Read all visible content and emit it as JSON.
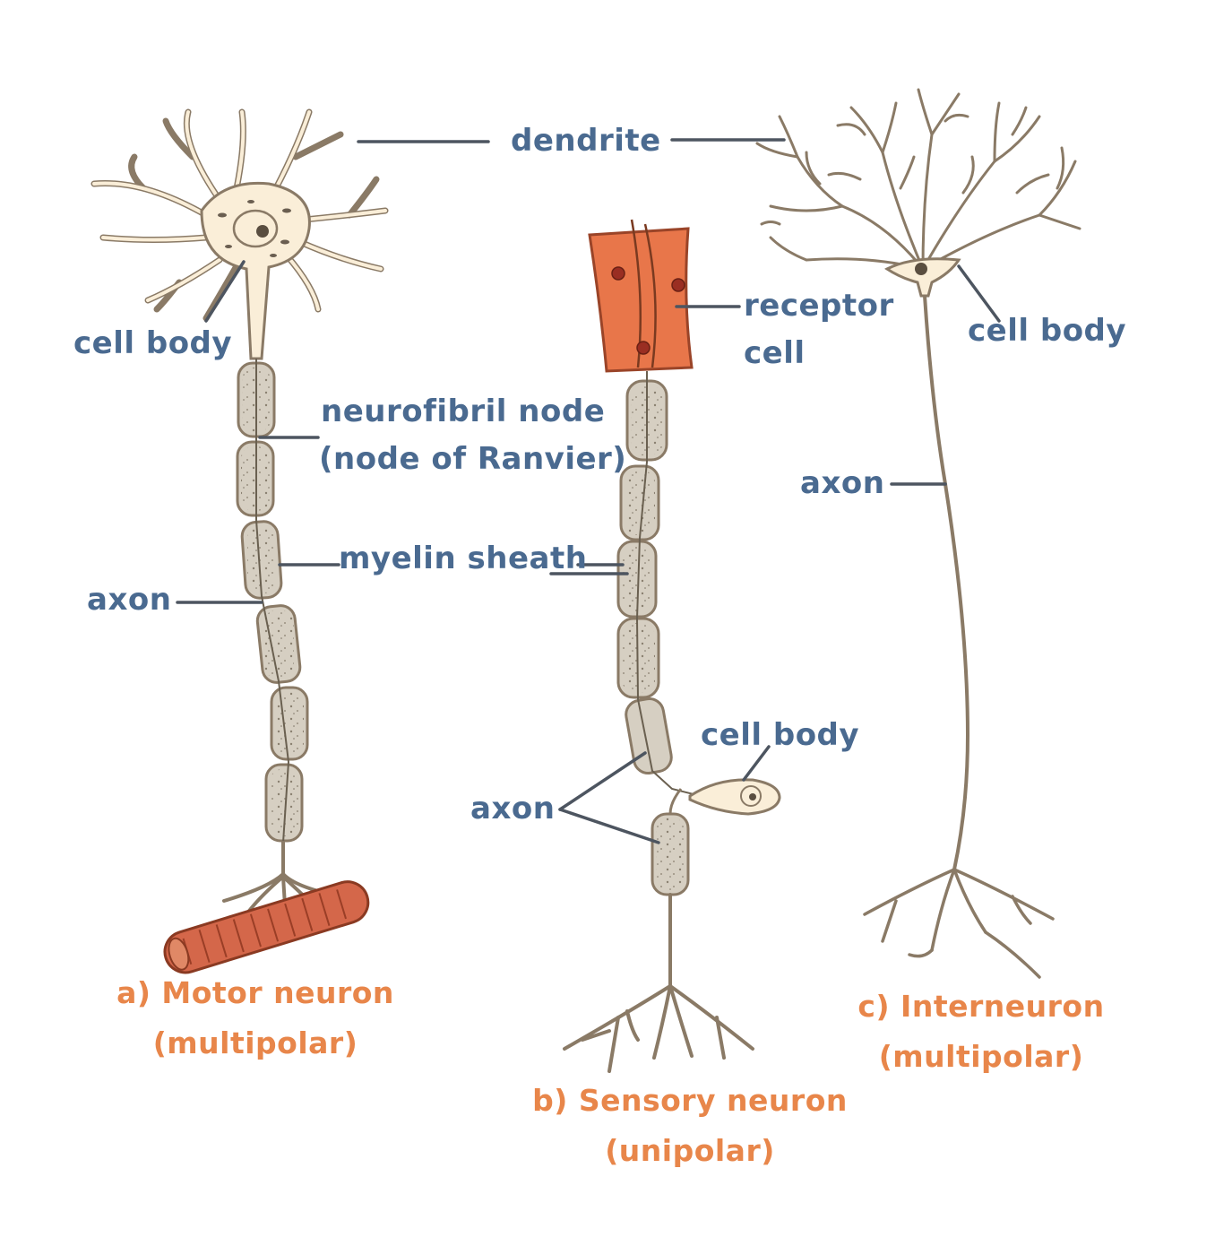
{
  "colors": {
    "label": "#4a6a90",
    "caption": "#e8864a",
    "cell_fill": "#faeed8",
    "outline": "#8a7a66",
    "sheath_fill": "#d6cfc2",
    "receptor_fill": "#e8764a",
    "muscle_fill": "#d4674a",
    "leader": "#4d5560"
  },
  "labels": {
    "dendrite": "dendrite",
    "motor_cell_body": "cell body",
    "node_line1": "neurofibril node",
    "node_line2": "(node of Ranvier)",
    "myelin_sheath": "myelin sheath",
    "motor_axon": "axon",
    "receptor_line1": "receptor",
    "receptor_line2": "cell",
    "sensory_cell_body": "cell body",
    "sensory_axon": "axon",
    "inter_cell_body": "cell body",
    "inter_axon": "axon"
  },
  "captions": {
    "motor_line1": "a) Motor neuron",
    "motor_line2": "(multipolar)",
    "sensory_line1": "b) Sensory neuron",
    "sensory_line2": "(unipolar)",
    "inter_line1": "c) Interneuron",
    "inter_line2": "(multipolar)"
  }
}
